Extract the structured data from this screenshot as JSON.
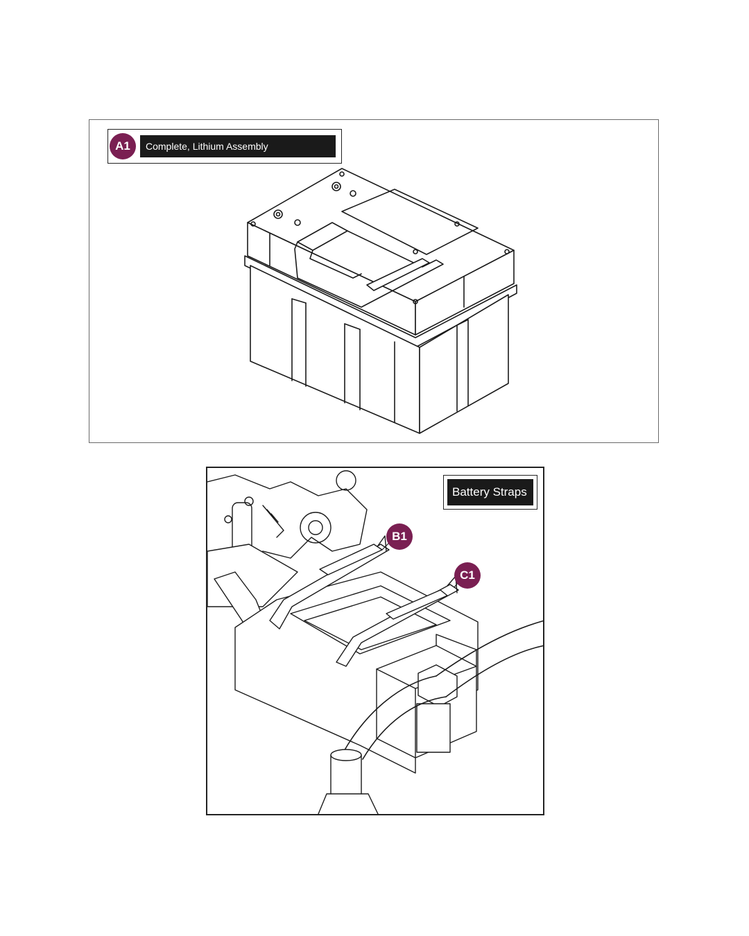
{
  "figure_top": {
    "callout": "A1",
    "label": "Complete, Lithium Assembly",
    "accent_color": "#7a1f52"
  },
  "figure_bottom": {
    "label": "Battery Straps",
    "callouts": [
      "B1",
      "C1"
    ],
    "accent_color": "#7a1f52"
  }
}
